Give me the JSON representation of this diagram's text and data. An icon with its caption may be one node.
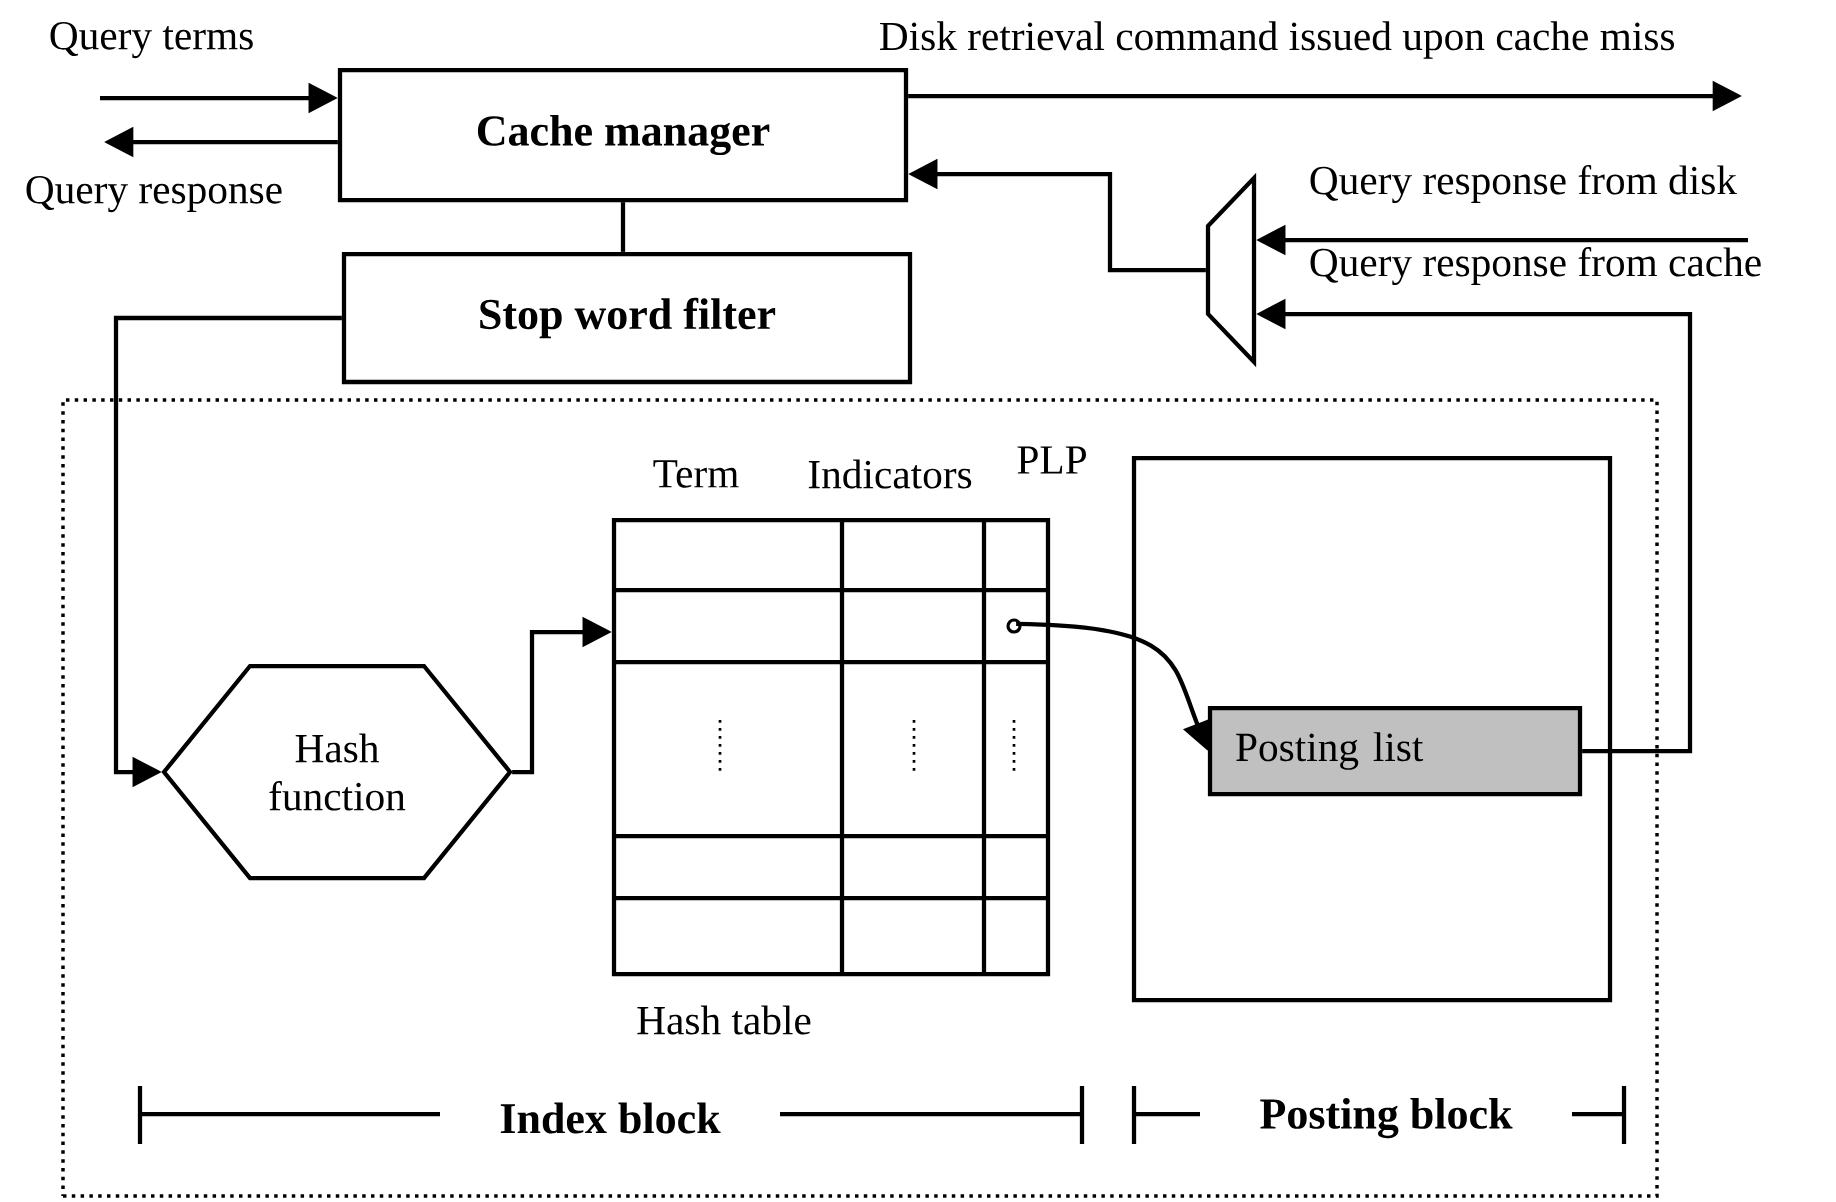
{
  "diagram": {
    "nodes": [
      {
        "text": [
          "Cache manager"
        ]
      },
      {
        "text": [
          "Stop word filter"
        ]
      },
      {
        "text": [],
        "shape": "box"
      },
      {
        "text": [
          "Hash function"
        ],
        "in": 2
      },
      {
        "text": [
          "Term",
          "Indicators",
          "PLP"
        ],
        "beside": [
          "Hash table"
        ],
        "in": 2
      },
      {
        "text": [],
        "shape": "box",
        "in": 2
      },
      {
        "text": [
          "Posting list"
        ],
        "in": 5
      },
      {
        "text": [],
        "shape": "trapezoid"
      }
    ],
    "edges": [
      {
        "from": null,
        "to": 0,
        "arrow": "to",
        "label": "Query terms"
      },
      {
        "from": 0,
        "to": null,
        "arrow": "to",
        "label": "Query response"
      },
      {
        "from": 0,
        "to": null,
        "arrow": "to",
        "label": "Disk retrieval command issued upon cache miss"
      },
      {
        "from": null,
        "to": 7,
        "arrow": "to",
        "label": "Query response from disk"
      },
      {
        "from": 7,
        "to": 0,
        "arrow": "to"
      },
      {
        "from": 0,
        "to": 1,
        "arrow": "none"
      },
      {
        "from": 1,
        "to": 3,
        "arrow": "to"
      },
      {
        "from": 3,
        "to": 4,
        "arrow": "to"
      },
      {
        "from": 4,
        "to": 6,
        "arrow": "to"
      },
      {
        "from": 6,
        "to": 7,
        "arrow": "to",
        "label": "Query response from cache"
      }
    ],
    "labels": [
      "Index block",
      "Posting block"
    ]
  }
}
